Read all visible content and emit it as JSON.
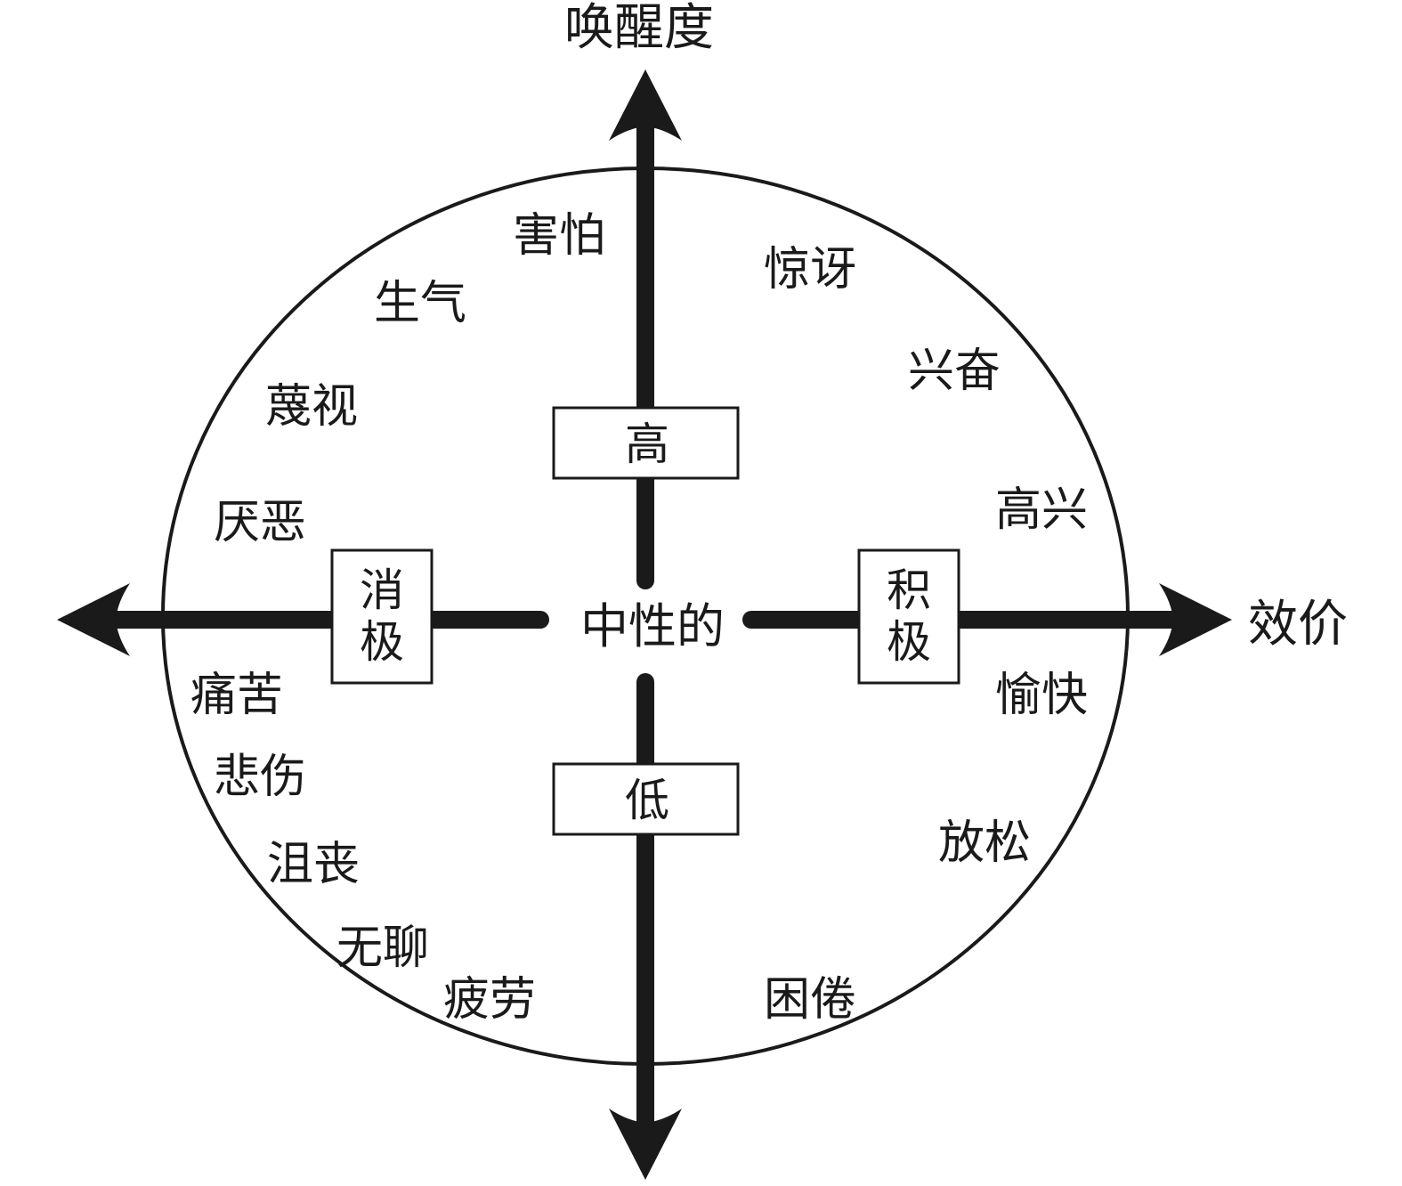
{
  "axes": {
    "vertical_label": "唤醒度",
    "horizontal_label": "效价",
    "center_label": "中性的"
  },
  "poles": {
    "high": "高",
    "low": "低",
    "negative_line1": "消",
    "negative_line2": "极",
    "positive_line1": "积",
    "positive_line2": "极"
  },
  "emotions": {
    "fear": "害怕",
    "anger": "生气",
    "contempt": "蔑视",
    "disgust": "厌恶",
    "pain": "痛苦",
    "sadness": "悲伤",
    "dejection": "沮丧",
    "boredom": "无聊",
    "fatigue": "疲劳",
    "surprise": "惊讶",
    "excitement": "兴奋",
    "happiness": "高兴",
    "pleasure": "愉快",
    "relaxation": "放松",
    "sleepiness": "困倦"
  },
  "colors": {
    "ink": "#1a1a1a",
    "background": "#ffffff"
  }
}
